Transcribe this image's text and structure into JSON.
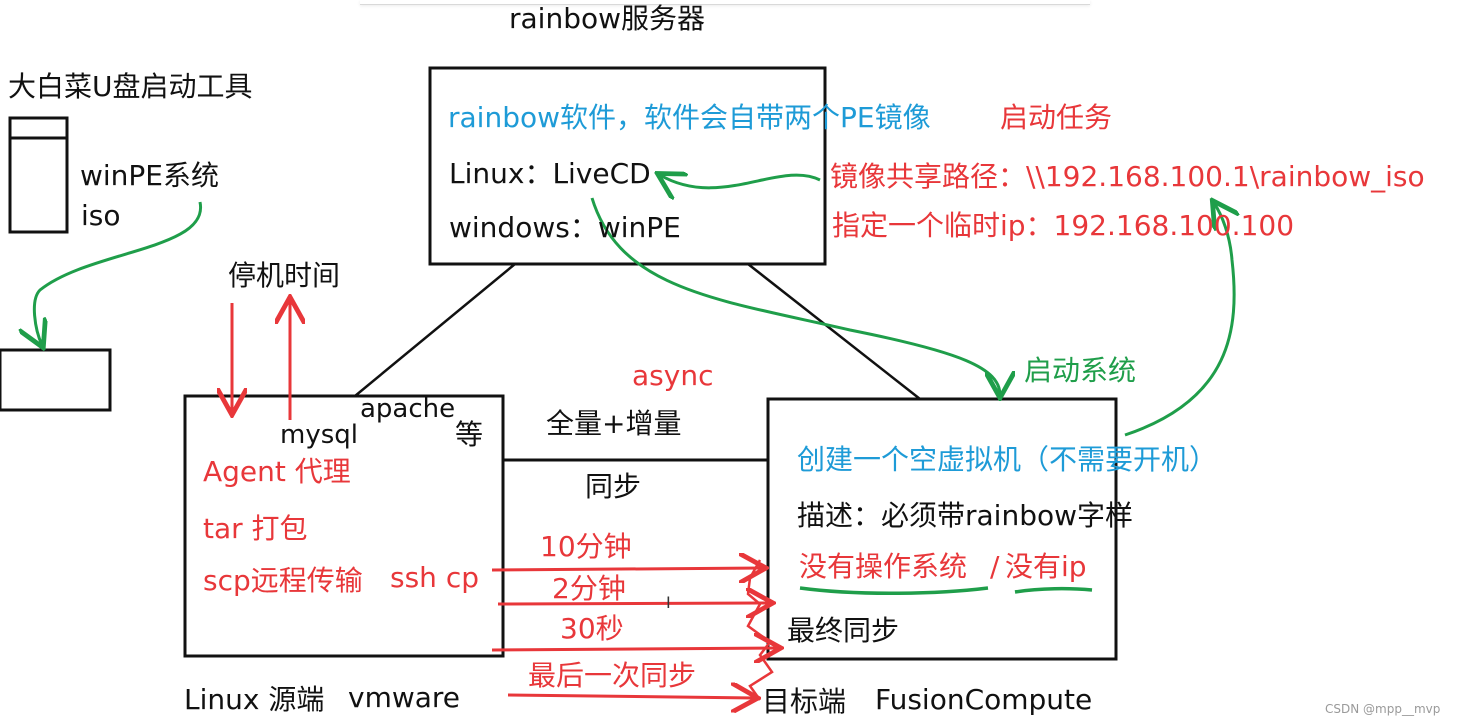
{
  "diagram": {
    "server_title": "rainbow服务器",
    "server_box": {
      "line1": "rainbow软件，软件会自带两个PE镜像",
      "line1_task": "启动任务",
      "line2": "Linux：LiveCD",
      "line3": "windows：winPE"
    },
    "share": {
      "path": "镜像共享路径：\\\\192.168.100.1\\rainbow_iso",
      "temp_ip": "指定一个临时ip：192.168.100.100"
    },
    "usb_tool": {
      "title": "大白菜U盘启动工具",
      "label_system": "winPE系统",
      "label_iso": "iso"
    },
    "source": {
      "downtime": "停机时间",
      "mysql": "mysql",
      "apache": "apache",
      "etc": "等",
      "agent": "Agent 代理",
      "tar": "tar 打包",
      "scp": "scp远程传输",
      "ssh": "ssh cp",
      "footer_os": "Linux 源端",
      "footer_platform": "vmware"
    },
    "sync": {
      "async": "async",
      "full_inc": "全量+增量",
      "sync_label": "同步",
      "t1": "10分钟",
      "t2": "2分钟",
      "t3": "30秒",
      "last": "最后一次同步"
    },
    "target": {
      "boot_system": "启动系统",
      "create_vm": "创建一个空虚拟机（不需要开机）",
      "desc": "描述：必须带rainbow字样",
      "no_os": "没有操作系统",
      "slash": "/",
      "no_ip": "没有ip",
      "final_sync": "最终同步",
      "footer_label": "目标端",
      "footer_platform": "FusionCompute"
    },
    "watermark": "CSDN @mpp__mvp"
  },
  "colors": {
    "black": "#111111",
    "red": "#e8373a",
    "blue": "#1e9bd7",
    "green": "#1f9e4a"
  }
}
